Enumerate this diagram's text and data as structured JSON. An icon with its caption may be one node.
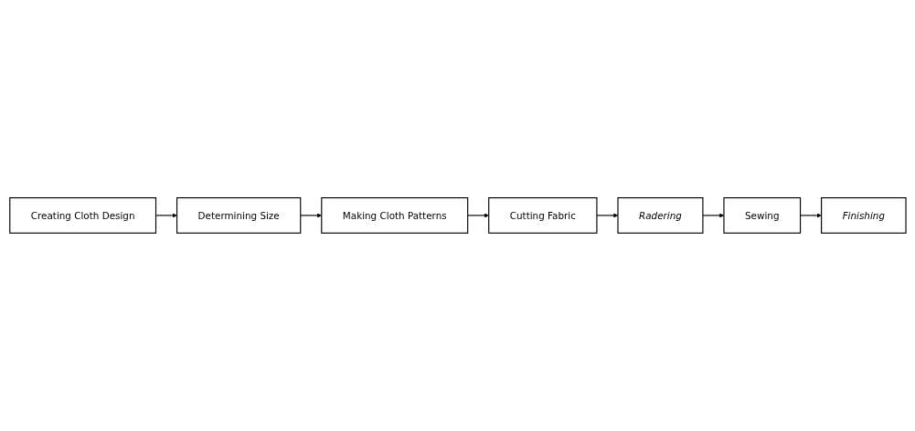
{
  "diagram": {
    "nodes": [
      {
        "text": [
          "Creating Cloth Design"
        ]
      },
      {
        "text": [
          "Determining Size"
        ]
      },
      {
        "text": [
          "Making Cloth Patterns"
        ]
      },
      {
        "text": [
          "Cutting Fabric"
        ]
      },
      {
        "text": [
          "Radering"
        ]
      },
      {
        "text": [
          "Sewing"
        ]
      },
      {
        "text": [
          "Finishing"
        ]
      }
    ],
    "edges": [
      {
        "from": 0,
        "to": 1,
        "arrow": "to"
      },
      {
        "from": 1,
        "to": 2,
        "arrow": "to"
      },
      {
        "from": 2,
        "to": 3,
        "arrow": "to"
      },
      {
        "from": 3,
        "to": 4,
        "arrow": "to"
      },
      {
        "from": 4,
        "to": 5,
        "arrow": "to"
      },
      {
        "from": 5,
        "to": 6,
        "arrow": "to"
      }
    ]
  }
}
